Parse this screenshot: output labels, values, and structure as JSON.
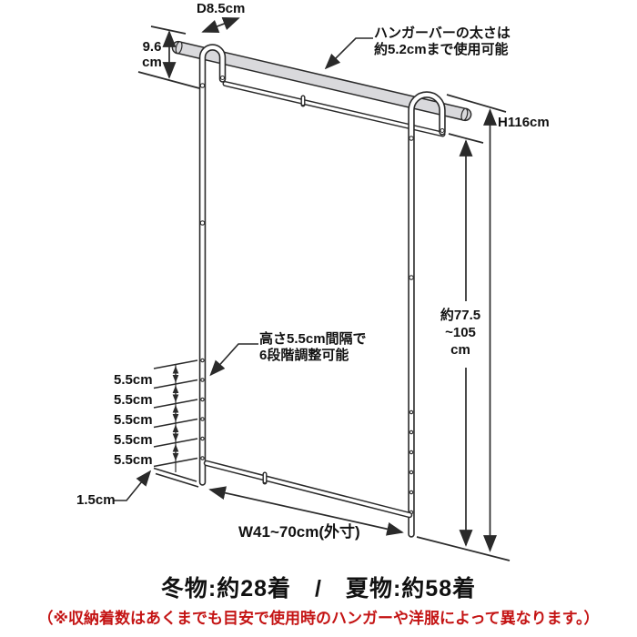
{
  "diagram": {
    "labels": {
      "depth": "D8.5cm",
      "top_offset": "9.6\ncm",
      "hanger_note": "ハンガーバーの太さは\n約5.2cmまで使用可能",
      "total_height": "H116cm",
      "inner_height": "約77.5\n~105\ncm",
      "adjust_note": "高さ5.5cm間隔で\n6段階調整可能",
      "steps": [
        "5.5cm",
        "5.5cm",
        "5.5cm",
        "5.5cm",
        "5.5cm"
      ],
      "bottom_gap": "1.5cm",
      "width": "W41~70cm(外寸)"
    }
  },
  "footer": {
    "capacity": "冬物:約28着　/　夏物:約58着",
    "note": "（※収納着数はあくまでも目安で使用時のハンガーや洋服によって異なります。）"
  },
  "colors": {
    "line": "#2a2a2a",
    "bar_fill": "#d9d9dc",
    "note_red": "#c41414",
    "text": "#111111"
  }
}
